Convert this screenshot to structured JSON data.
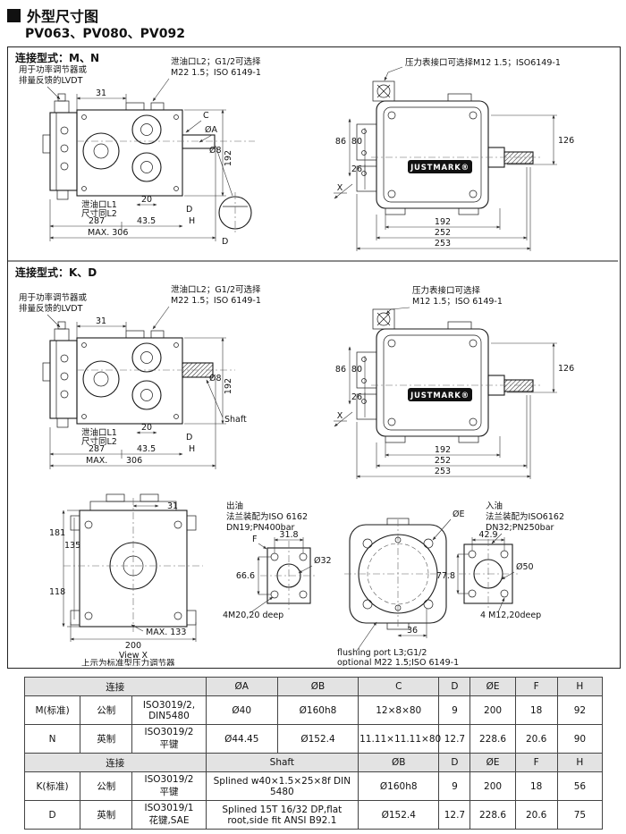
{
  "page": {
    "title": "外型尺寸图",
    "models": "PV063、PV080、PV092"
  },
  "brand": "JUSTMARK®",
  "colors": {
    "ink": "#111111",
    "table_header_bg": "#e3e3e3",
    "brand_bg": "#111111"
  },
  "mn": {
    "label": "连接型式：M、N",
    "side": {
      "lvdt1": "用于功率调节器或",
      "lvdt2": "排量反馈的LVDT",
      "drain2a": "泄油口L2；G1/2可选择",
      "drain2b": "M22 1.5；ISO 6149-1",
      "drain1a": "泄油口L1",
      "drain1b": "尺寸同L2",
      "d31": "31",
      "dC": "C",
      "dOA": "ØA",
      "dO8": "Ø8",
      "d192": "192",
      "d20": "20",
      "d287": "287",
      "d43_5": "43.5",
      "dD": "D",
      "dH": "H",
      "dMAX": "MAX. 306",
      "dDsec": "D"
    },
    "front": {
      "gauge": "压力表接口可选择M12 1.5；ISO6149-1",
      "d86": "86",
      "d80": "80",
      "d26": "26",
      "d126": "126",
      "dX": "X",
      "d192": "192",
      "d252": "252",
      "d253": "253"
    }
  },
  "kd": {
    "label": "连接型式：K、D",
    "side": {
      "lvdt1": "用于功率调节器或",
      "lvdt2": "排量反馈的LVDT",
      "drain2a": "泄油口L2；G1/2可选择",
      "drain2b": "M22 1.5；ISO 6149-1",
      "drain1a": "泄油口L1",
      "drain1b": "尺寸同L2",
      "shaft": "Shaft",
      "d31": "31",
      "dO8": "Ø8",
      "d192": "192",
      "d20": "20",
      "d287": "287",
      "d43_5": "43.5",
      "dD": "D",
      "dH": "H",
      "dMAX": "MAX.",
      "d306": "306"
    },
    "front": {
      "gauge1": "压力表接口可选择",
      "gauge2": "M12 1.5；ISO 6149-1",
      "d86": "86",
      "d80": "80",
      "d26": "26",
      "d126": "126",
      "dX": "X",
      "d192": "192",
      "d252": "252",
      "d253": "253"
    }
  },
  "bottom": {
    "top_view": {
      "d181": "181",
      "d135": "135",
      "d118": "118",
      "d31": "31",
      "dMAX133": "MAX. 133",
      "d200": "200",
      "view": "View X",
      "caption": "上示为标准型压力调节器"
    },
    "outlet": {
      "t1": "出油",
      "t2": "法兰装配为ISO 6162",
      "t3": "DN19;PN400bar",
      "dF": "F",
      "d31_8": "31.8",
      "dO32": "Ø32",
      "d66_6": "66.6",
      "note": "4M20,20 deep"
    },
    "port": {
      "dOE": "ØE",
      "d36": "36",
      "flush1": "flushing port L3;G1/2",
      "flush2": "optional M22 1.5;ISO 6149-1"
    },
    "inlet": {
      "t1": "入油",
      "t2": "法兰装配为ISO6162",
      "t3": "DN32;PN250bar",
      "d42_9": "42.9",
      "dO50": "Ø50",
      "d77_8": "77.8",
      "note": "4 M12,20deep"
    }
  },
  "table": {
    "connection_label": "连接",
    "shaft_label": "Shaft",
    "h1": [
      "ØA",
      "ØB",
      "C",
      "D",
      "ØE",
      "F",
      "H"
    ],
    "h2": [
      "ØB",
      "D",
      "ØE",
      "F",
      "H"
    ],
    "rows_top": [
      {
        "type": "M(标准)",
        "unit": "公制",
        "std": "ISO3019/2,\nDIN5480",
        "oa": "Ø40",
        "ob": "Ø160h8",
        "c": "12×8×80",
        "d": "9",
        "oe": "200",
        "f": "18",
        "h": "92"
      },
      {
        "type": "N",
        "unit": "英制",
        "std": "ISO3019/2\n平键",
        "oa": "Ø44.45",
        "ob": "Ø152.4",
        "c": "11.11×11.11×80",
        "d": "12.7",
        "oe": "228.6",
        "f": "20.6",
        "h": "90"
      }
    ],
    "rows_bottom": [
      {
        "type": "K(标准)",
        "unit": "公制",
        "std": "ISO3019/2\n平键",
        "shaft": "Splined w40×1.5×25×8f DIN 5480",
        "ob": "Ø160h8",
        "d": "9",
        "oe": "200",
        "f": "18",
        "h": "56"
      },
      {
        "type": "D",
        "unit": "英制",
        "std": "ISO3019/1\n花键,SAE",
        "shaft": "Splined 15T 16/32 DP,flat root,side fit ANSI B92.1",
        "ob": "Ø152.4",
        "d": "12.7",
        "oe": "228.6",
        "f": "20.6",
        "h": "75"
      }
    ]
  }
}
